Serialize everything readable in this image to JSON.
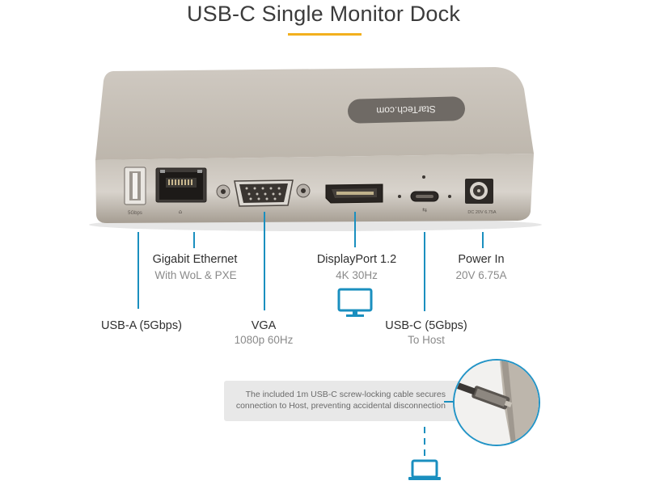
{
  "title": "USB-C Single Monitor Dock",
  "brand_logo_text": "StarTech.com",
  "port_silkscreen": {
    "usba": "5Gbps",
    "power": "DC 20V 6.75A"
  },
  "callouts": {
    "usba": {
      "label": "USB-A (5Gbps)"
    },
    "ethernet": {
      "label": "Gigabit Ethernet",
      "sub": "With WoL & PXE"
    },
    "vga": {
      "label": "VGA",
      "sub": "1080p 60Hz"
    },
    "displayport": {
      "label": "DisplayPort 1.2",
      "sub": "4K 30Hz"
    },
    "usbc": {
      "label": "USB-C (5Gbps)",
      "sub": "To Host"
    },
    "power": {
      "label": "Power In",
      "sub": "20V 6.75A"
    }
  },
  "note": "The included 1m USB-C screw-locking cable secures connection to Host, preventing accidental disconnection",
  "icons": [
    "monitor-icon",
    "laptop-icon"
  ],
  "colors": {
    "accent_line": "#1a8fbf",
    "title_underline": "#f2b01e",
    "dock_body": "#b9b2a8"
  }
}
